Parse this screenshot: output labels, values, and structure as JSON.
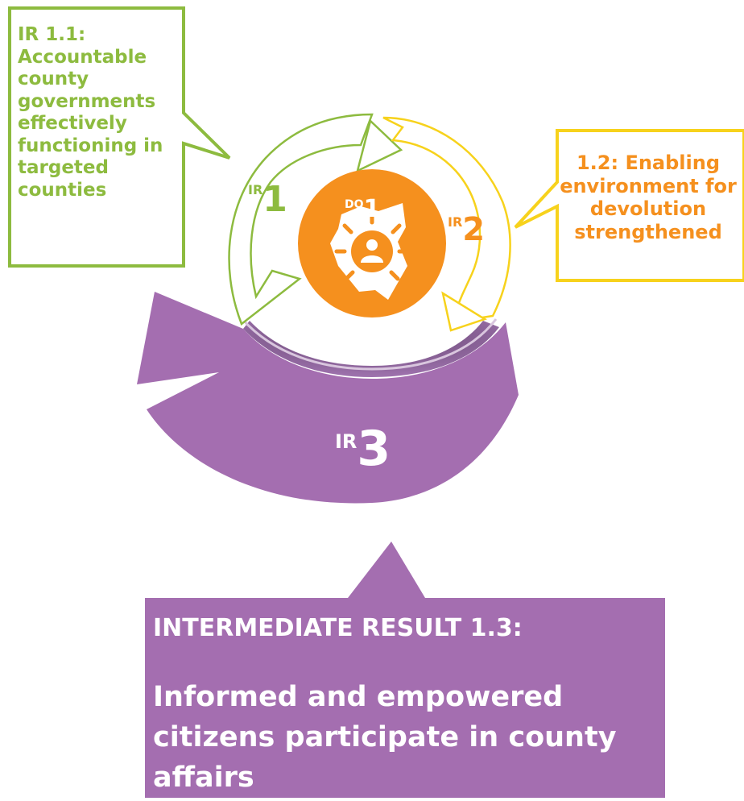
{
  "colors": {
    "green": "#8dbb3f",
    "yellow": "#f7d21c",
    "orange": "#f5901e",
    "purple": "#a46eb0",
    "dark_purple": "#6f3f80"
  },
  "center": {
    "prefix": "DO",
    "number": "1",
    "icon": "kenya-map-person-icon"
  },
  "ir1": {
    "prefix": "IR",
    "number": "1",
    "callout": "IR 1.1: Accountable county governments effectively functioning in targeted counties"
  },
  "ir2": {
    "prefix": "IR",
    "number": "2",
    "callout": "1.2: Enabling environment for devolution strengthened"
  },
  "ir3": {
    "prefix": "IR",
    "number": "3",
    "heading": "INTERMEDIATE RESULT 1.3:",
    "body": "Informed and empowered citizens participate in county affairs"
  }
}
